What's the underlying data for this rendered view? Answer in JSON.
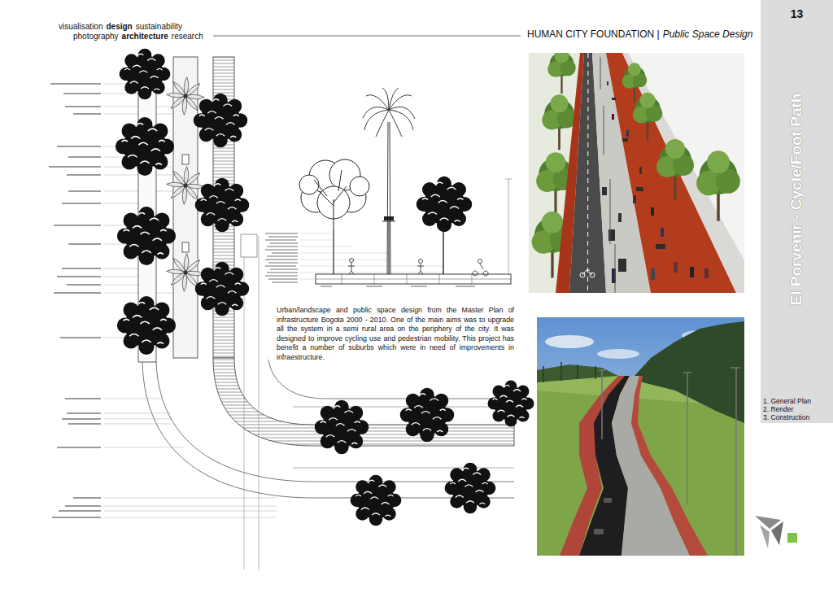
{
  "diagram": {
    "nodes": [
      {
        "text": [
          "13",
          "El Porvenir - Cycle/Foot Path"
        ]
      }
    ],
    "labels": [
      "visualisation",
      "design",
      "sustainability",
      "photography",
      "architecture",
      "research",
      "HUMAN CITY FOUNDATION |",
      "Public Space Design",
      "Urban/landscape and public space design from the Master Plan of infrastructure Bogota 2000 - 2010. One of the main aims was to upgrade all the system in a semi rural area on the periphery of the city. It was designed to improve cycling use and pedestrian mobility. This project has benefit a number of suburbs which were in need of improvements in infraestructure.",
      "1. General Plan",
      "2. Render",
      "3. Construction"
    ]
  }
}
